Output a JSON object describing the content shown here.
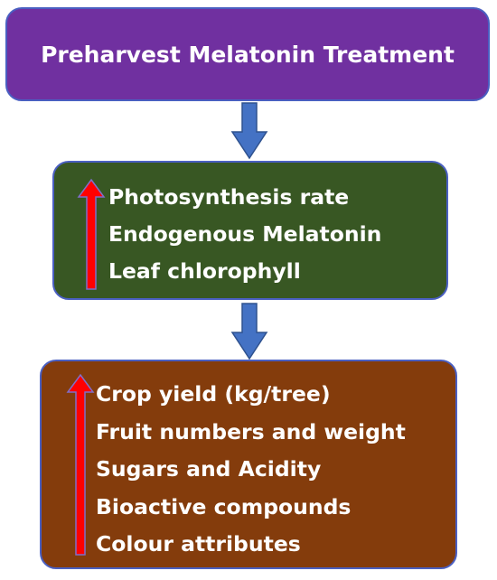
{
  "top_box": {
    "title": "Preharvest Melatonin Treatment",
    "color": "#7030a0"
  },
  "middle_box": {
    "color": "#385723",
    "items": [
      "Photosynthesis rate",
      "Endogenous Melatonin",
      "Leaf chlorophyll"
    ]
  },
  "bottom_box": {
    "color": "#843c0c",
    "items": [
      "Crop yield (kg/tree)",
      "Fruit numbers and weight",
      "Sugars and Acidity",
      "Bioactive compounds",
      "Colour attributes"
    ]
  },
  "colors": {
    "down_arrow": "#4472c4",
    "increase_arrow": "#ff0000",
    "border": "#4a5fc1"
  },
  "icons": {
    "down_arrow": "down-arrow-icon",
    "increase_arrow": "up-arrow-icon"
  }
}
